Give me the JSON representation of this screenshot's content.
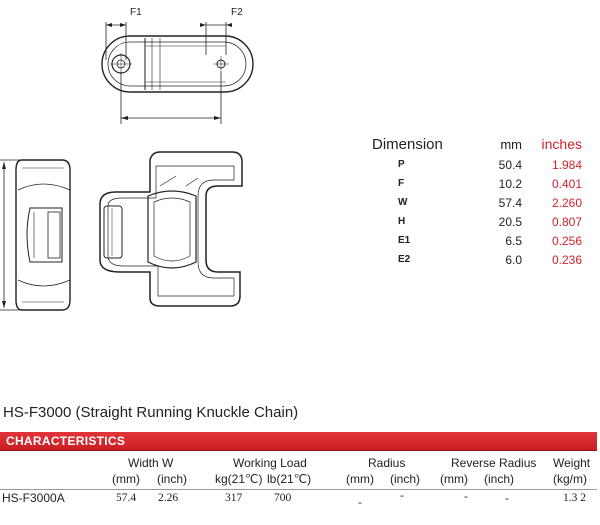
{
  "dimension_labels": {
    "f1": "F1",
    "f2": "F2"
  },
  "dimension_table": {
    "headers": {
      "name": "Dimension",
      "mm": "mm",
      "inches": "inches"
    },
    "rows": [
      {
        "name": "P",
        "mm": "50.4",
        "inches": "1.984"
      },
      {
        "name": "F",
        "mm": "10.2",
        "inches": "0.401"
      },
      {
        "name": "W",
        "mm": "57.4",
        "inches": "2.260"
      },
      {
        "name": "H",
        "mm": "20.5",
        "inches": "0.807"
      },
      {
        "name": "E1",
        "mm": "6.5",
        "inches": "0.256"
      },
      {
        "name": "E2",
        "mm": "6.0",
        "inches": "0.236"
      }
    ]
  },
  "product_title": "HS-F3000 (Straight Running Knuckle Chain)",
  "characteristics_label": "CHARACTERISTICS",
  "spec_table": {
    "group_headers": {
      "width": "Width  W",
      "working_load": "Working Load",
      "radius": "Radius",
      "reverse_radius": "Reverse Radius",
      "weight": "Weight"
    },
    "sub_headers": {
      "width_mm": "(mm)",
      "width_inch": "(inch)",
      "load_kg": "kg(21℃)",
      "load_lb": "lb(21℃)",
      "radius_mm": "(mm)",
      "radius_inch": "(inch)",
      "rev_mm": "(mm)",
      "rev_inch": "(inch)",
      "weight_unit": "(kg/m)"
    },
    "row": {
      "model": "HS-F3000A",
      "width_mm": "57.4",
      "width_inch": "2.26",
      "load_kg": "317",
      "load_lb": "700",
      "radius_mm": "-",
      "radius_inch": "-",
      "rev_mm": "-",
      "rev_inch": "-",
      "weight": "1.3 2"
    }
  },
  "colors": {
    "accent_red": "#d2232a",
    "bar_red": "#c91e25"
  }
}
